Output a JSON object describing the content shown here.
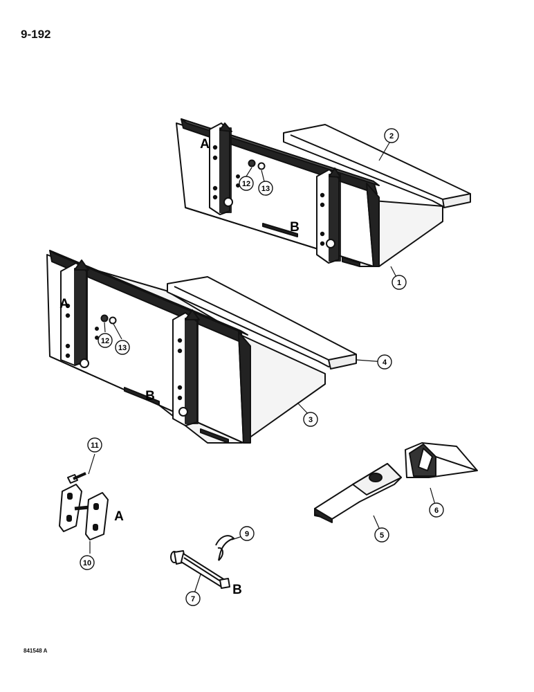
{
  "page": {
    "number": "9-192",
    "figure_code": "841548 A"
  },
  "parts": [
    {
      "label": "1",
      "name": "bucket-upper"
    },
    {
      "label": "2",
      "name": "cutting-edge-upper"
    },
    {
      "label": "3",
      "name": "bucket-lower"
    },
    {
      "label": "4",
      "name": "cutting-edge-lower"
    },
    {
      "label": "5",
      "name": "tooth-adapter"
    },
    {
      "label": "6",
      "name": "bucket-tooth"
    },
    {
      "label": "7",
      "name": "pin"
    },
    {
      "label": "9",
      "name": "hair-pin-clip"
    },
    {
      "label": "10",
      "name": "mounting-plate-bracket"
    },
    {
      "label": "11",
      "name": "bolt"
    },
    {
      "label": "12",
      "name": "nut-upper"
    },
    {
      "label": "13",
      "name": "washer-upper"
    },
    {
      "label": "12",
      "name": "nut-lower"
    },
    {
      "label": "13",
      "name": "washer-lower"
    }
  ],
  "letters": [
    "A",
    "B",
    "A",
    "B",
    "A",
    "B"
  ]
}
